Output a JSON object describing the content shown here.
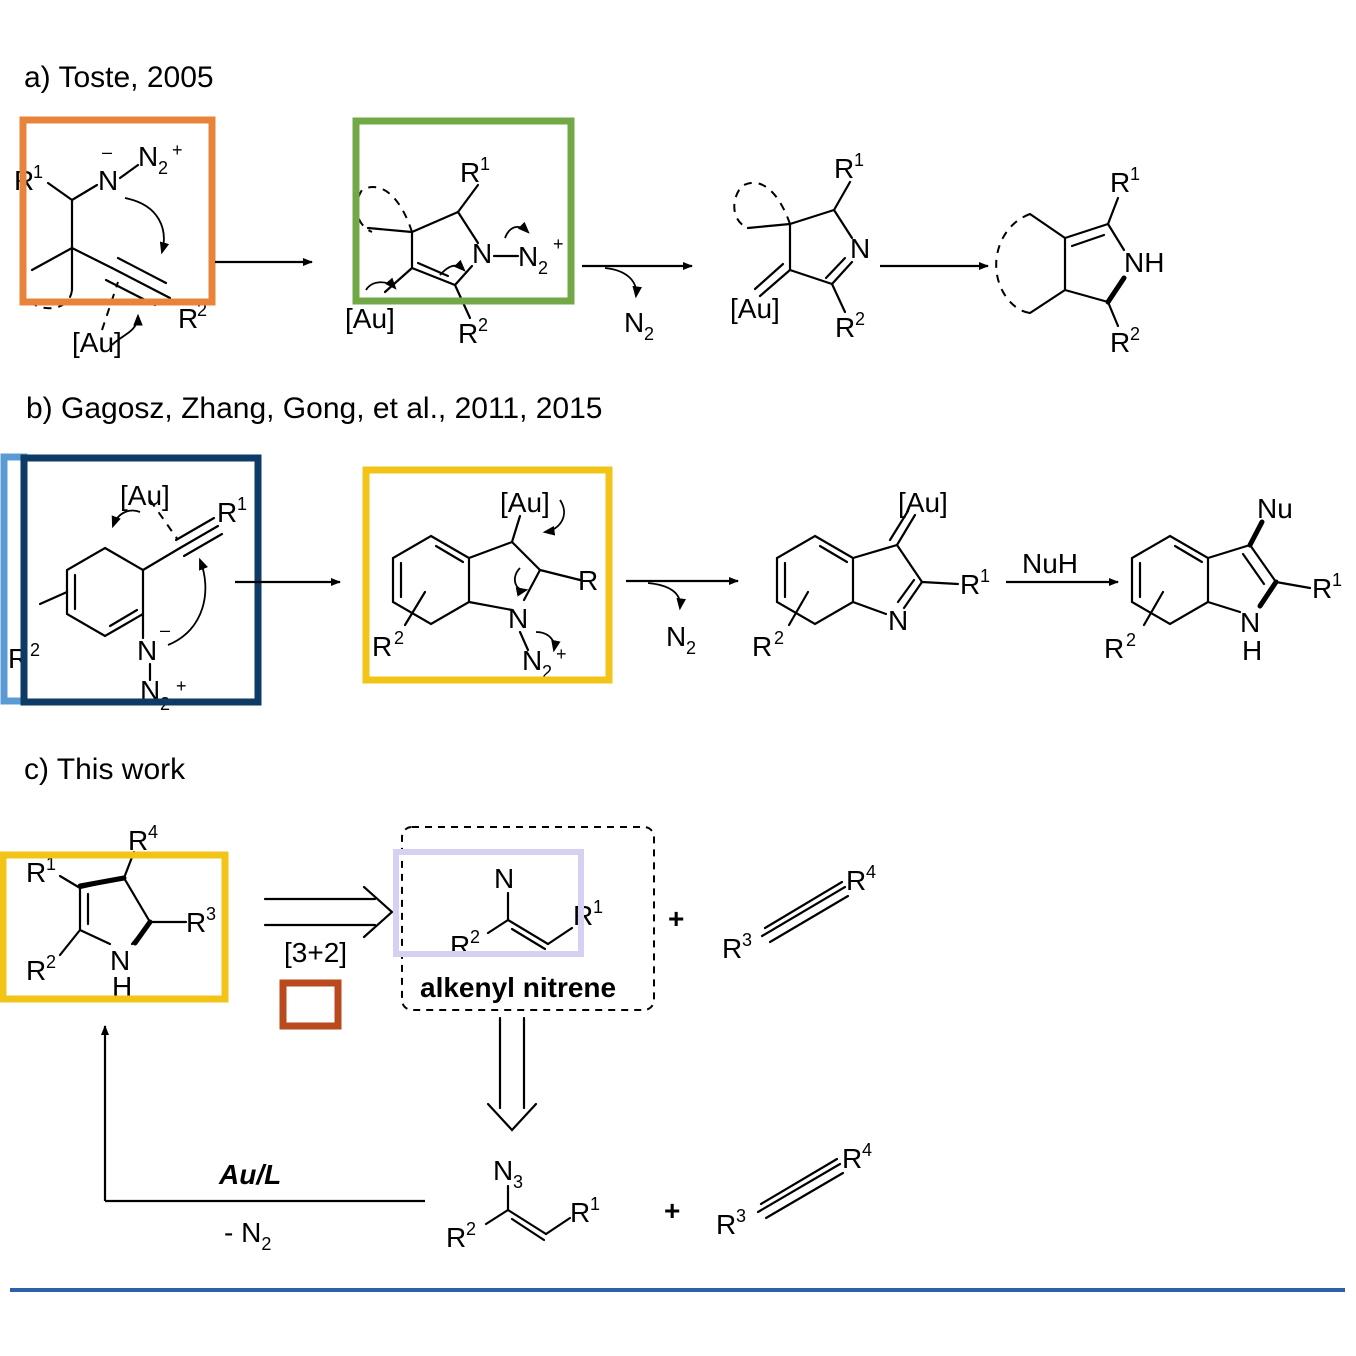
{
  "sections": {
    "a": "a) Toste, 2005",
    "b": "b) Gagosz, Zhang, Gong, et al., 2011, 2015",
    "c": "c) This work"
  },
  "labels": {
    "R": "R",
    "N": "N",
    "NH": "NH",
    "H": "H",
    "Au": "[Au]",
    "N2": "N",
    "N3": "N",
    "sub2": "2",
    "sub3": "3",
    "plus": "+",
    "minus": "–",
    "one": "1",
    "two": "2",
    "three": "3",
    "four": "4",
    "NuH": "NuH",
    "Nu": "Nu",
    "cyclo": "[3+2]",
    "nitrene": "alkenyl nitrene",
    "catalyst": "Au/L",
    "minusN2": "- N"
  },
  "colors": {
    "orange": "#E8843A",
    "green": "#72A845",
    "navy": "#0E3A66",
    "lightblue": "#5B9BD5",
    "yellow": "#F2C418",
    "lavender": "#D8D0F2",
    "rust": "#B84A1E",
    "rule": "#2E5FA8"
  }
}
